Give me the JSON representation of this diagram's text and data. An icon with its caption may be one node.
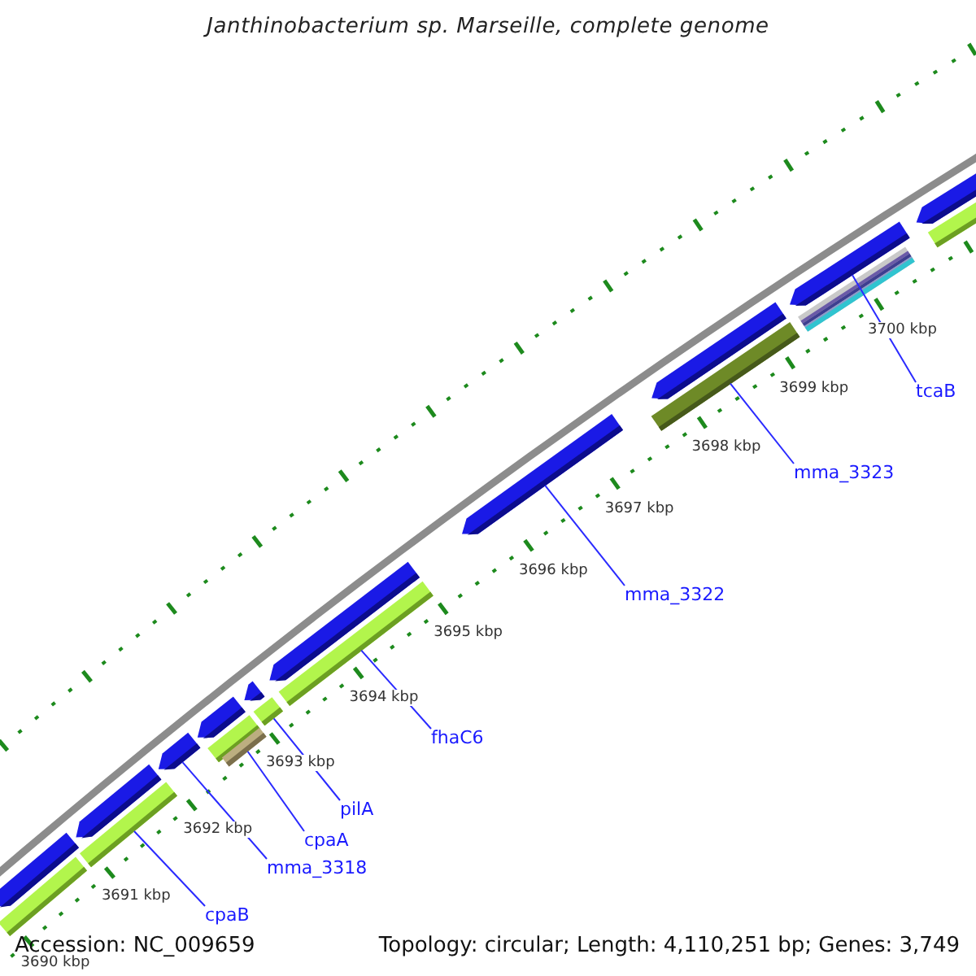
{
  "diagram": {
    "title": "Janthinobacterium sp. Marseille, complete genome",
    "nodes": [
      {
        "text": [
          "tcaB"
        ]
      },
      {
        "text": [
          "mma_3323"
        ]
      },
      {
        "text": [
          "mma_3322"
        ]
      },
      {
        "text": [
          "fhaC6"
        ]
      },
      {
        "text": [
          "pilA"
        ]
      },
      {
        "text": [
          "cpaA"
        ]
      },
      {
        "text": [
          "mma_3318"
        ]
      },
      {
        "text": [
          "cpaB"
        ]
      },
      {
        "text": [],
        "shape": "arrow"
      },
      {
        "text": [],
        "shape": "bar"
      },
      {
        "text": [],
        "shape": "arrow"
      },
      {
        "text": [],
        "shape": "bar"
      },
      {
        "text": [],
        "shape": "arrow"
      },
      {
        "text": [],
        "shape": "arrow"
      },
      {
        "text": [],
        "shape": "bar"
      },
      {
        "text": [],
        "shape": "bar"
      },
      {
        "text": [],
        "shape": "arrow"
      },
      {
        "text": [],
        "shape": "bar"
      },
      {
        "text": [],
        "shape": "arrow"
      },
      {
        "text": [],
        "shape": "bar"
      },
      {
        "text": [],
        "shape": "arrow"
      },
      {
        "text": [],
        "shape": "bar"
      },
      {
        "text": [],
        "shape": "arrow"
      },
      {
        "text": [],
        "shape": "bar"
      },
      {
        "text": [],
        "shape": "arrow"
      },
      {
        "text": [],
        "shape": "arrow"
      },
      {
        "text": [],
        "shape": "bar"
      }
    ],
    "edges": [
      {
        "from": 0,
        "to": 24,
        "arrow": "none"
      },
      {
        "from": 1,
        "to": 21,
        "arrow": "none"
      },
      {
        "from": 2,
        "to": 20,
        "arrow": "none"
      },
      {
        "from": 3,
        "to": 19,
        "arrow": "none"
      },
      {
        "from": 4,
        "to": 17,
        "arrow": "none"
      },
      {
        "from": 5,
        "to": 15,
        "arrow": "none"
      },
      {
        "from": 6,
        "to": 12,
        "arrow": "none"
      },
      {
        "from": 7,
        "to": 11,
        "arrow": "none"
      }
    ],
    "labels": [
      "3700 kbp",
      "3699 kbp",
      "3698 kbp",
      "3697 kbp",
      "3696 kbp",
      "3695 kbp",
      "3694 kbp",
      "3693 kbp",
      "3692 kbp",
      "3691 kbp",
      "3690 kbp",
      "Accession: NC_009659",
      "Topology: circular; Length: 4,110,251 bp; Genes: 3,749"
    ]
  }
}
